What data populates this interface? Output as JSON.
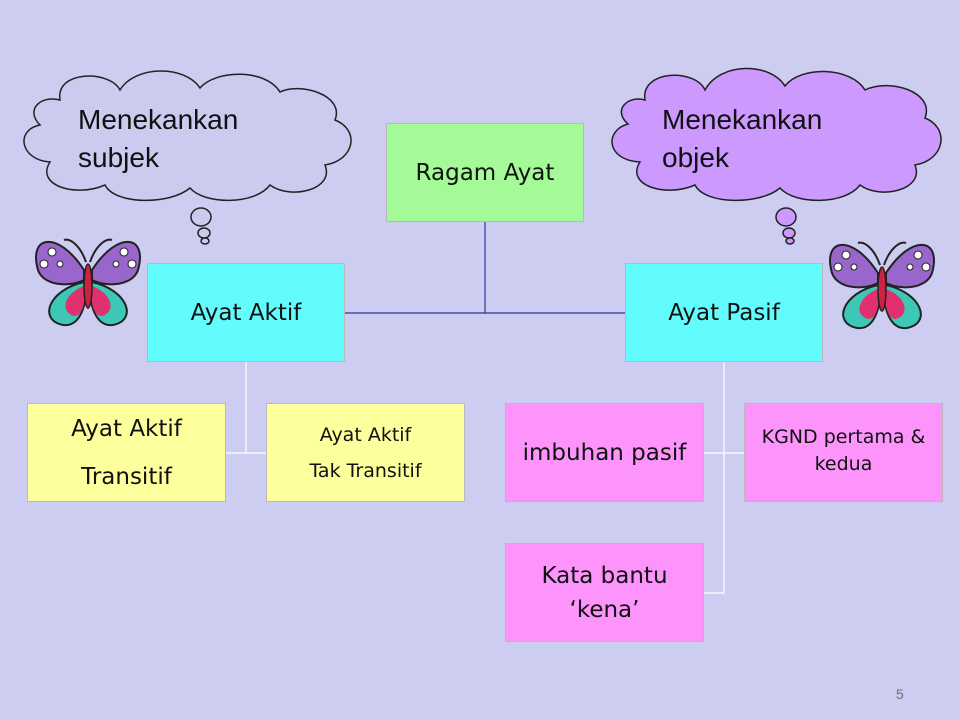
{
  "root": {
    "label": "Ragam Ayat"
  },
  "left_branch": {
    "label": "Ayat Aktif",
    "children": [
      {
        "line1": "Ayat Aktif",
        "line2": "Transitif"
      },
      {
        "line1": "Ayat Aktif",
        "line2": "Tak Transitif"
      }
    ],
    "thought": {
      "line1": "Menekankan",
      "line2": "subjek"
    }
  },
  "right_branch": {
    "label": "Ayat Pasif",
    "children": [
      {
        "text": "imbuhan pasif"
      },
      {
        "text": "KGND pertama & kedua"
      },
      {
        "line1": "Kata bantu",
        "line2": "‘kena’"
      }
    ],
    "thought": {
      "line1": "Menekankan",
      "line2": "objek"
    }
  },
  "colors": {
    "background": "#cccdf1",
    "root_fill": "#a4fa96",
    "branch_fill": "#62fcfd",
    "active_child_fill": "#fdfe9c",
    "passive_child_fill": "#fd94fc",
    "left_cloud_fill": "#cbcbf0",
    "right_cloud_fill": "#cc99fe",
    "connector": "#333399"
  },
  "icons": [
    "butterfly-icon",
    "butterfly-icon"
  ],
  "page_number": "5"
}
